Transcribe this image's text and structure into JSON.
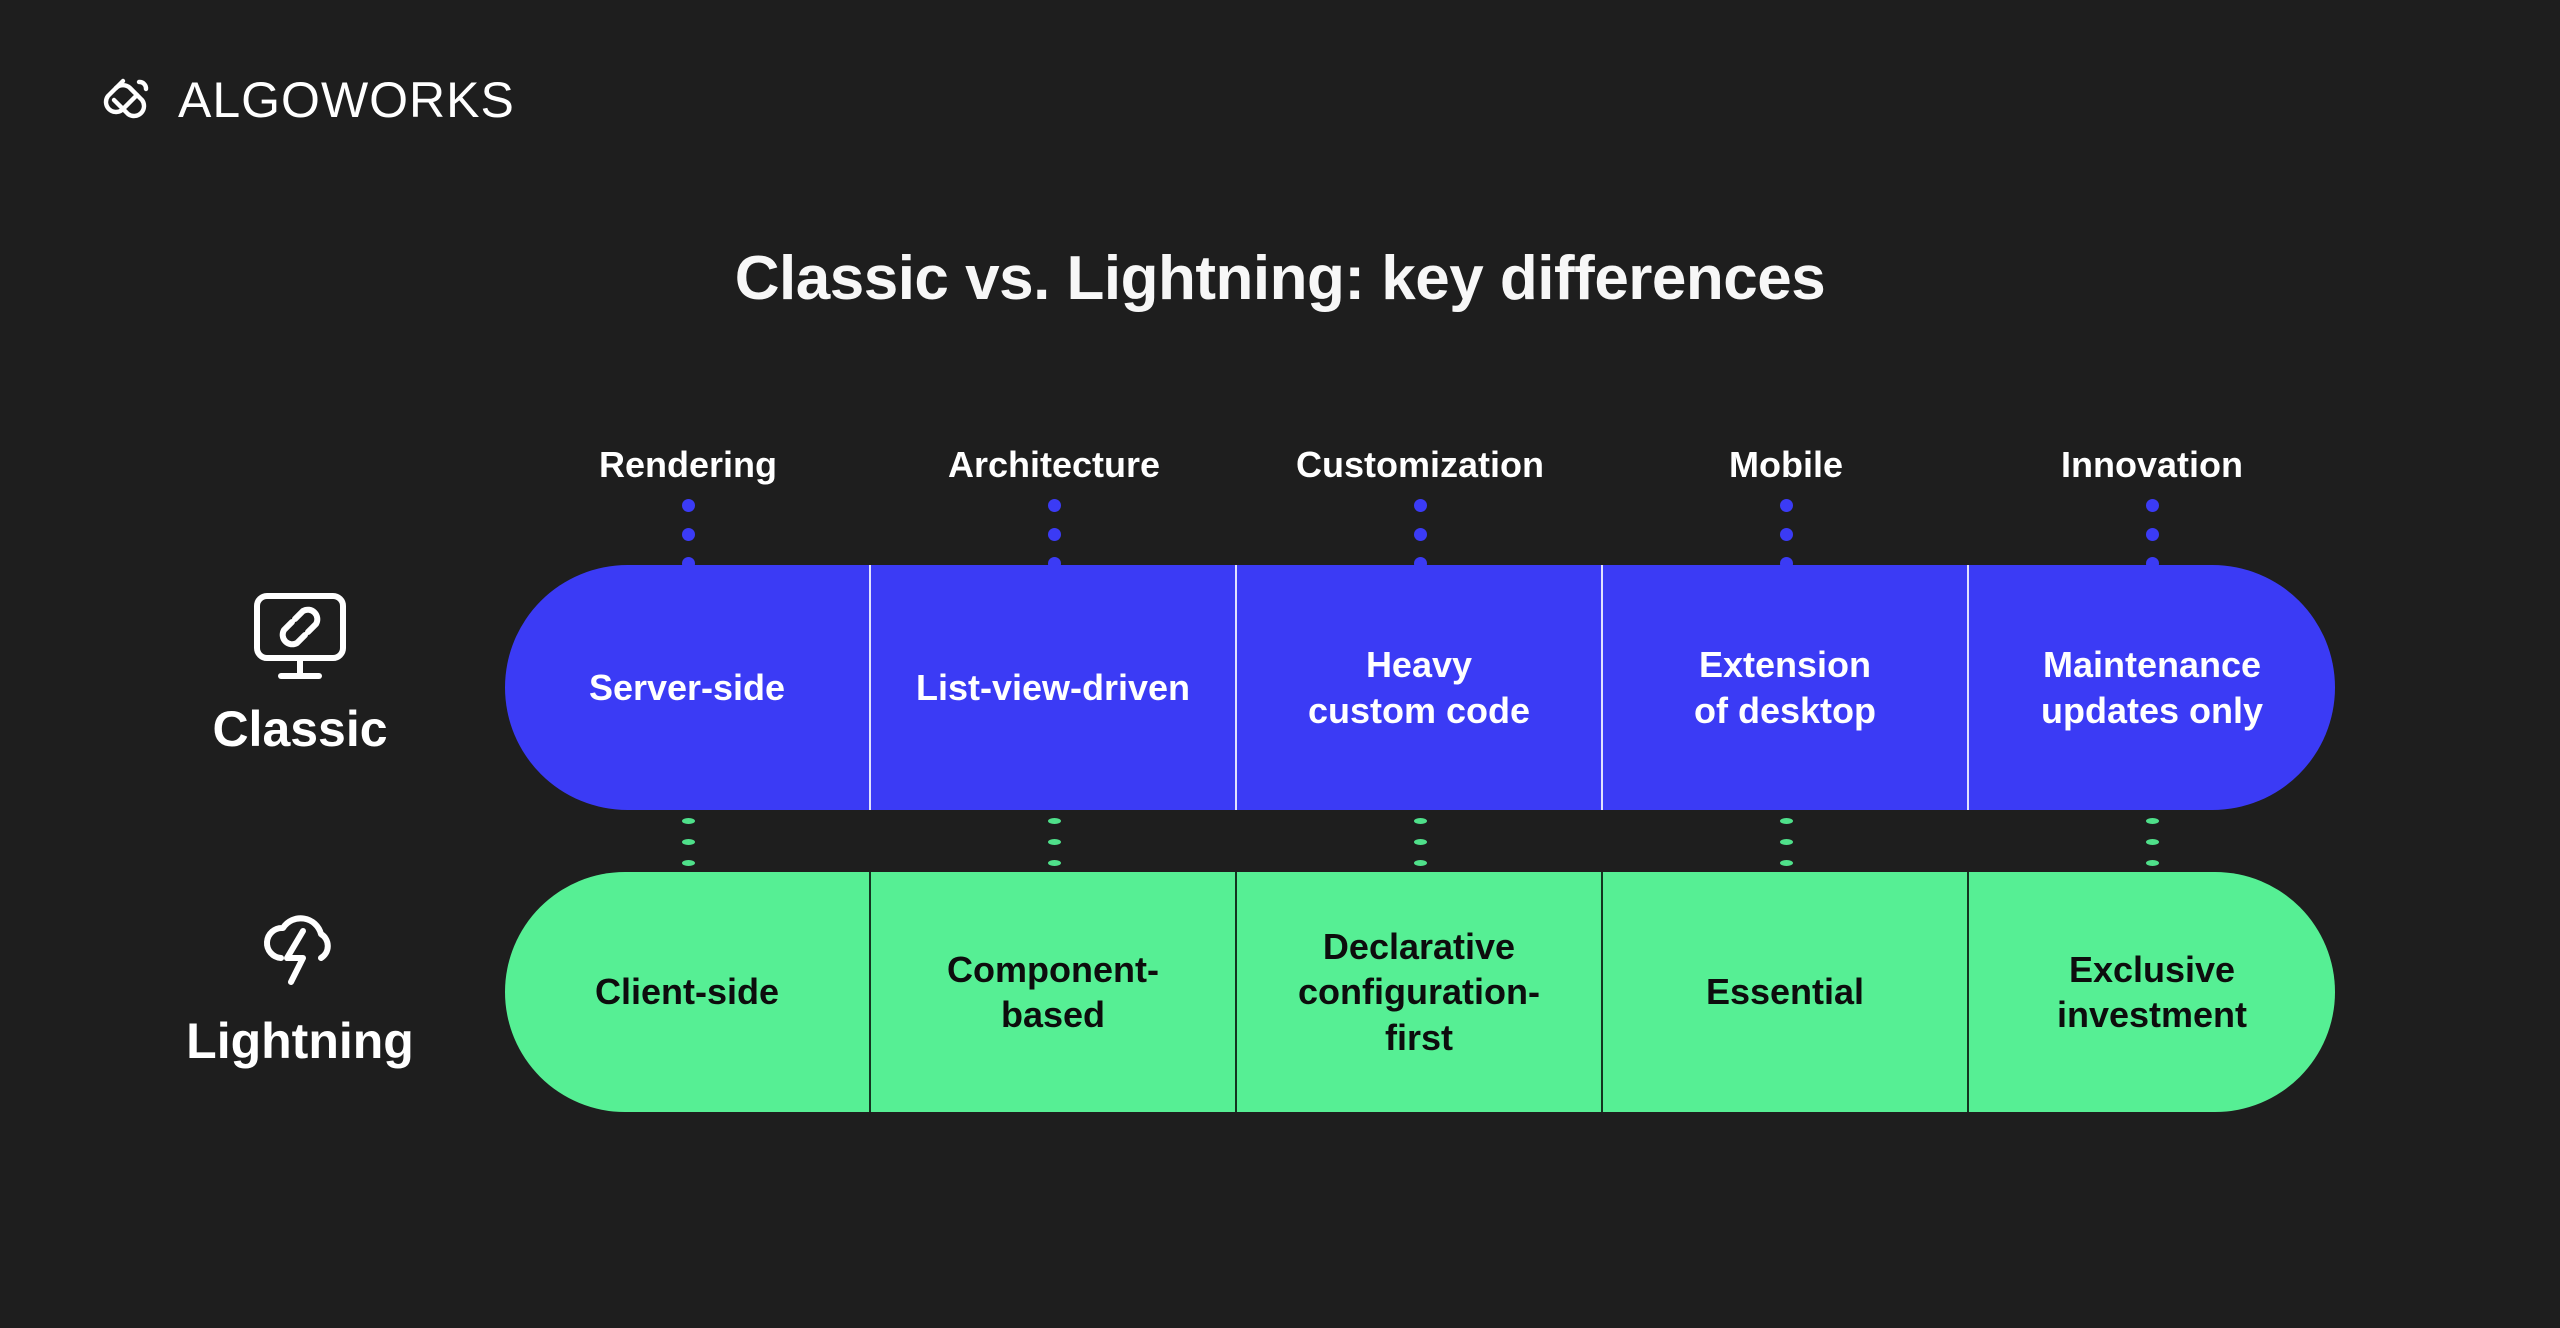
{
  "brand": {
    "name": "ALGOWORKS",
    "logo_icon": "algoworks-paperclip-mark"
  },
  "title": "Classic vs. Lightning: key differences",
  "colors": {
    "background": "#1e1e1e",
    "classic_blue": "#3b3bf5",
    "lightning_green": "#56ef94",
    "title_text": "#f7f7f7",
    "classic_text": "#ffffff",
    "lightning_text": "#0d0d0d"
  },
  "columns": [
    {
      "header": "Rendering"
    },
    {
      "header": "Architecture"
    },
    {
      "header": "Customization"
    },
    {
      "header": "Mobile"
    },
    {
      "header": "Innovation"
    }
  ],
  "rows": [
    {
      "key": "classic",
      "name": "Classic",
      "icon": "monitor-link-icon",
      "cells": [
        "Server-side",
        "List-view-driven",
        "Heavy\ncustom code",
        "Extension\nof desktop",
        "Maintenance\nupdates only"
      ]
    },
    {
      "key": "lightning",
      "name": "Lightning",
      "icon": "cloud-lightning-icon",
      "cells": [
        "Client-side",
        "Component-\nbased",
        "Declarative\nconfiguration-\nfirst",
        "Essential",
        "Exclusive\ninvestment"
      ]
    }
  ],
  "connector_dots": {
    "above_classic_color": "#3b3bf5",
    "between_rows_color": "#4fe08a",
    "count_per_column": 3
  }
}
